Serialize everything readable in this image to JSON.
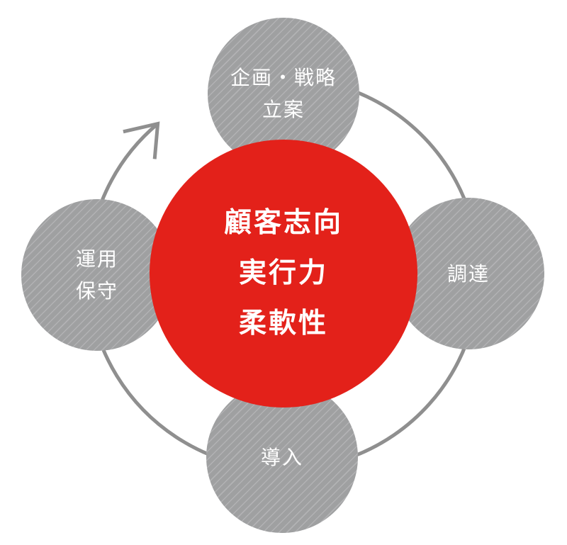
{
  "diagram": {
    "kind": "process-cycle",
    "arrow_direction": "clockwise"
  },
  "colors": {
    "accent_red": "#e3211a",
    "satellite_gray": "#9fa0a1",
    "satellite_stripe": "#b2b2b4",
    "arrow_gray": "#8f8f8f",
    "text_white": "#ffffff"
  },
  "center": {
    "lines": [
      "顧客志向",
      "実行力",
      "柔軟性"
    ]
  },
  "satellites": [
    {
      "id": "planning-strategy",
      "position": "top",
      "lines": [
        "企画・戦略",
        "立案"
      ]
    },
    {
      "id": "procurement",
      "position": "right",
      "lines": [
        "調達"
      ]
    },
    {
      "id": "deployment",
      "position": "bottom",
      "lines": [
        "導入"
      ]
    },
    {
      "id": "operation-maintenance",
      "position": "left",
      "lines": [
        "運用",
        "保守"
      ]
    }
  ],
  "icons": {
    "cycle_arrow": "clockwise-cycle-arrow"
  }
}
